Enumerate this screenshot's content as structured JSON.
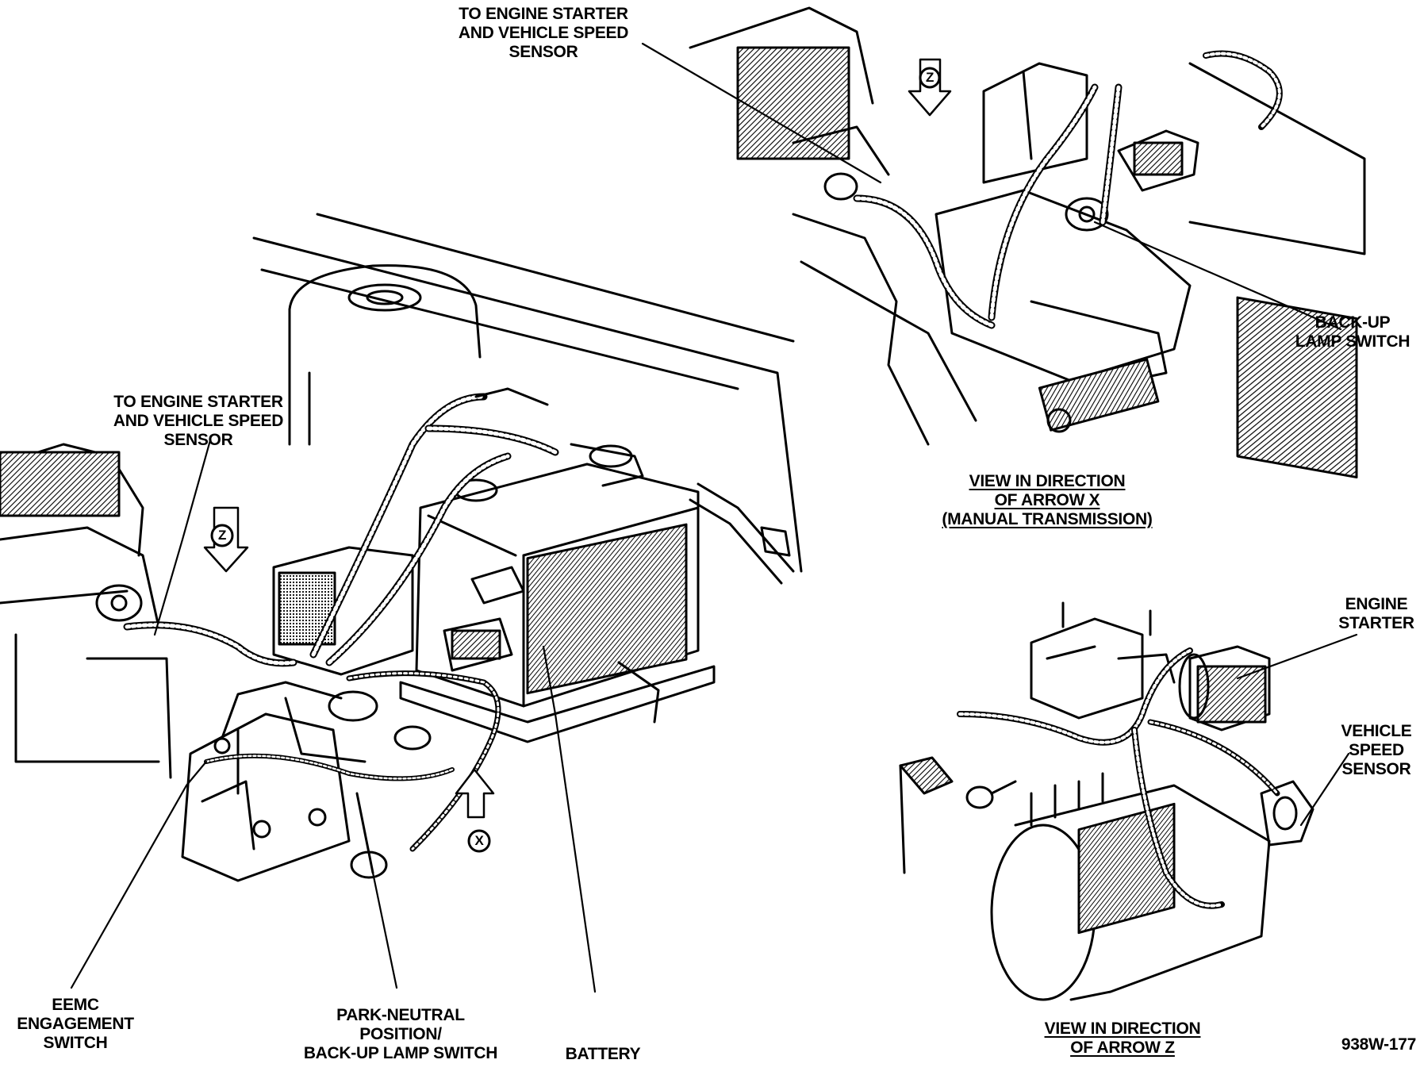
{
  "labels": {
    "top_starter_sensor": [
      "TO ENGINE STARTER",
      "AND VEHICLE SPEED",
      "SENSOR"
    ],
    "left_starter_sensor": [
      "TO ENGINE STARTER",
      "AND VEHICLE SPEED",
      "SENSOR"
    ],
    "backup_lamp_switch": [
      "BACK-UP",
      "LAMP SWITCH"
    ],
    "view_arrow_x": [
      "VIEW IN DIRECTION",
      "OF ARROW X",
      "(MANUAL TRANSMISSION)"
    ],
    "engine_starter": [
      "ENGINE",
      "STARTER"
    ],
    "vehicle_speed_sensor": [
      "VEHICLE",
      "SPEED",
      "SENSOR"
    ],
    "eemc_switch": [
      "EEMC",
      "ENGAGEMENT",
      "SWITCH"
    ],
    "park_neutral_switch": [
      "PARK-NEUTRAL",
      "POSITION/",
      "BACK-UP LAMP SWITCH"
    ],
    "battery": "BATTERY",
    "view_arrow_z": [
      "VIEW IN DIRECTION",
      "OF ARROW Z"
    ],
    "figure_id": "938W-177"
  },
  "arrows": {
    "z_letter": "Z",
    "x_letter": "X"
  }
}
